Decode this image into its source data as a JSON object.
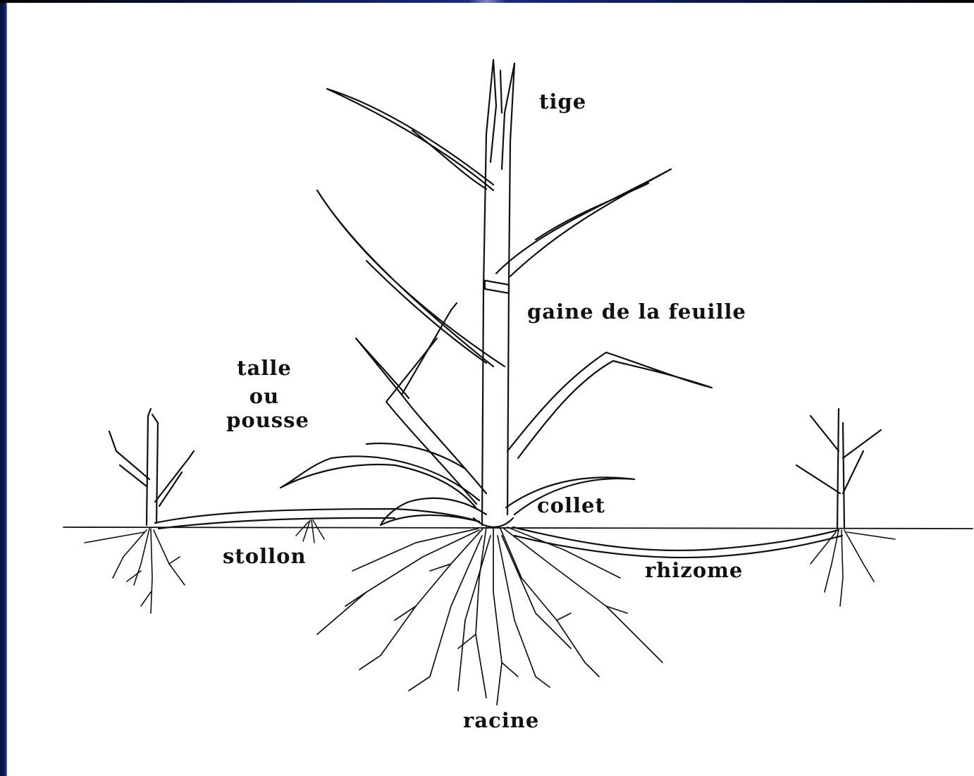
{
  "labels": {
    "tige": "tige",
    "gaine": "gaine de la feuille",
    "talle_line1": "talle",
    "talle_line2": "ou",
    "talle_line3": "pousse",
    "collet": "collet",
    "stollon": "stollon",
    "rhizome": "rhizome",
    "racine": "racine"
  },
  "colors": {
    "ink": "#111111",
    "background": "#ffffff",
    "frame": "#0b1f6a"
  }
}
